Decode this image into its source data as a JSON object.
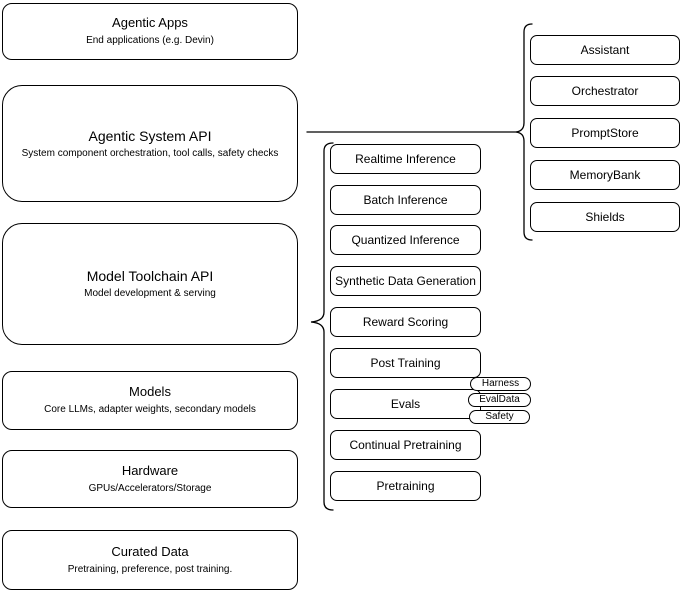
{
  "diagram": {
    "colors": {
      "background": "#ffffff",
      "stroke": "#000000",
      "text": "#000000"
    },
    "left_stack": [
      {
        "title": "Agentic Apps",
        "subtitle": "End applications (e.g. Devin)"
      },
      {
        "title": "Agentic System API",
        "subtitle": "System component orchestration, tool calls, safety checks"
      },
      {
        "title": "Model Toolchain API",
        "subtitle": "Model development & serving"
      },
      {
        "title": "Models",
        "subtitle": "Core LLMs, adapter weights, secondary models"
      },
      {
        "title": "Hardware",
        "subtitle": "GPUs/Accelerators/Storage"
      },
      {
        "title": "Curated Data",
        "subtitle": "Pretraining, preference, post training."
      }
    ],
    "toolchain_stack": [
      {
        "label": "Realtime Inference"
      },
      {
        "label": "Batch Inference"
      },
      {
        "label": "Quantized Inference"
      },
      {
        "label": "Synthetic Data Generation"
      },
      {
        "label": "Reward Scoring"
      },
      {
        "label": "Post Training"
      },
      {
        "label": "Evals"
      },
      {
        "label": "Continual Pretraining"
      },
      {
        "label": "Pretraining"
      }
    ],
    "evals_tags": [
      {
        "label": "Harness"
      },
      {
        "label": "EvalData"
      },
      {
        "label": "Safety"
      }
    ],
    "system_stack": [
      {
        "label": "Assistant"
      },
      {
        "label": "Orchestrator"
      },
      {
        "label": "PromptStore"
      },
      {
        "label": "MemoryBank"
      },
      {
        "label": "Shields"
      }
    ]
  }
}
